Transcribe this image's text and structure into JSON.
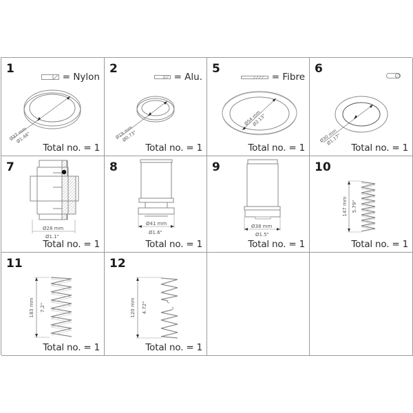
{
  "parts": [
    {
      "number": "1",
      "material": "= Nylon",
      "material_icon": "nylon-section-icon",
      "dim_mm": "Ø37 mm",
      "dim_in": "Ø1.46\"",
      "total": "Total no. = 1",
      "shape": "ring"
    },
    {
      "number": "2",
      "material": "= Alu.",
      "material_icon": "alu-section-icon",
      "dim_mm": "Ø19 mm",
      "dim_in": "Ø0.73\"",
      "total": "Total no. = 1",
      "shape": "ring"
    },
    {
      "number": "5",
      "material": "= Fibre",
      "material_icon": "fibre-section-icon",
      "dim_mm": "Ø54 mm",
      "dim_in": "Ø2.13\"",
      "total": "Total no. = 1",
      "shape": "gasket"
    },
    {
      "number": "6",
      "material": "",
      "material_icon": "o-ring-section-icon",
      "dim_mm": "Ø30 mm",
      "dim_in": "Ø1.17\"",
      "total": "Total no. = 1",
      "shape": "o-ring"
    },
    {
      "number": "7",
      "material": "",
      "dim_mm": "Ø28 mm",
      "dim_in": "Ø1.1\"",
      "total": "Total no. = 1",
      "shape": "valve-insert"
    },
    {
      "number": "8",
      "material": "",
      "dim_mm": "Ø41 mm",
      "dim_in": "Ø1.6\"",
      "total": "Total no. = 1",
      "shape": "armature"
    },
    {
      "number": "9",
      "material": "",
      "dim_mm": "Ø38 mm",
      "dim_in": "Ø1.5\"",
      "total": "Total no. = 1",
      "shape": "armature-tube"
    },
    {
      "number": "10",
      "material": "",
      "dim_mm": "147 mm",
      "dim_in": "5.79\"",
      "total": "Total no. = 1",
      "shape": "spring"
    },
    {
      "number": "11",
      "material": "",
      "dim_mm": "183 mm",
      "dim_in": "7.2\"",
      "total": "Total no. = 1",
      "shape": "spring"
    },
    {
      "number": "12",
      "material": "",
      "dim_mm": "120 mm",
      "dim_in": "4.72\"",
      "total": "Total no. = 1",
      "shape": "spring-split"
    }
  ],
  "colors": {
    "grid_line": "#9a9a9a",
    "drawing_line": "#8a8a8a",
    "text": "#2a2a2a"
  }
}
